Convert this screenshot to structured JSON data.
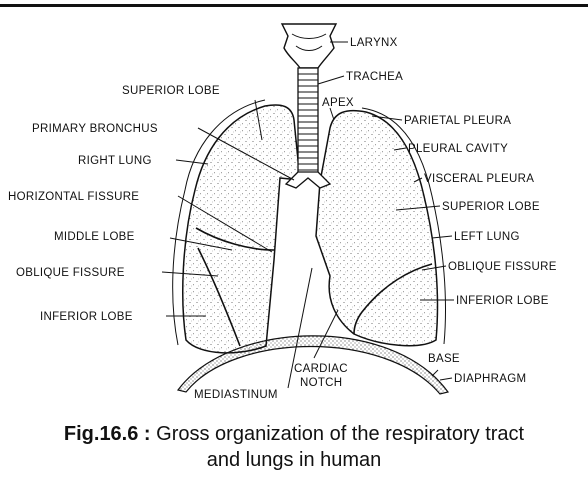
{
  "labels": {
    "larynx": "LARYNX",
    "trachea": "TRACHEA",
    "apex": "APEX",
    "superior_lobe_right": "SUPERIOR LOBE",
    "primary_bronchus": "PRIMARY BRONCHUS",
    "right_lung": "RIGHT LUNG",
    "horizontal_fissure": "HORIZONTAL FISSURE",
    "middle_lobe": "MIDDLE LOBE",
    "oblique_fissure_right": "OBLIQUE FISSURE",
    "inferior_lobe_right": "INFERIOR LOBE",
    "parietal_pleura": "PARIETAL PLEURA",
    "pleural_cavity": "PLEURAL CAVITY",
    "visceral_pleura": "VISCERAL PLEURA",
    "superior_lobe_left": "SUPERIOR LOBE",
    "left_lung": "LEFT LUNG",
    "oblique_fissure_left": "OBLIQUE FISSURE",
    "inferior_lobe_left": "INFERIOR LOBE",
    "base": "BASE",
    "diaphragm": "DIAPHRAGM",
    "cardiac_notch_1": "CARDIAC",
    "cardiac_notch_2": "NOTCH",
    "mediastinum": "MEDIASTINUM"
  },
  "caption": {
    "figure_number": "Fig.16.6 :",
    "line1": "Gross organization of the respiratory tract",
    "line2": "and lungs in human"
  }
}
